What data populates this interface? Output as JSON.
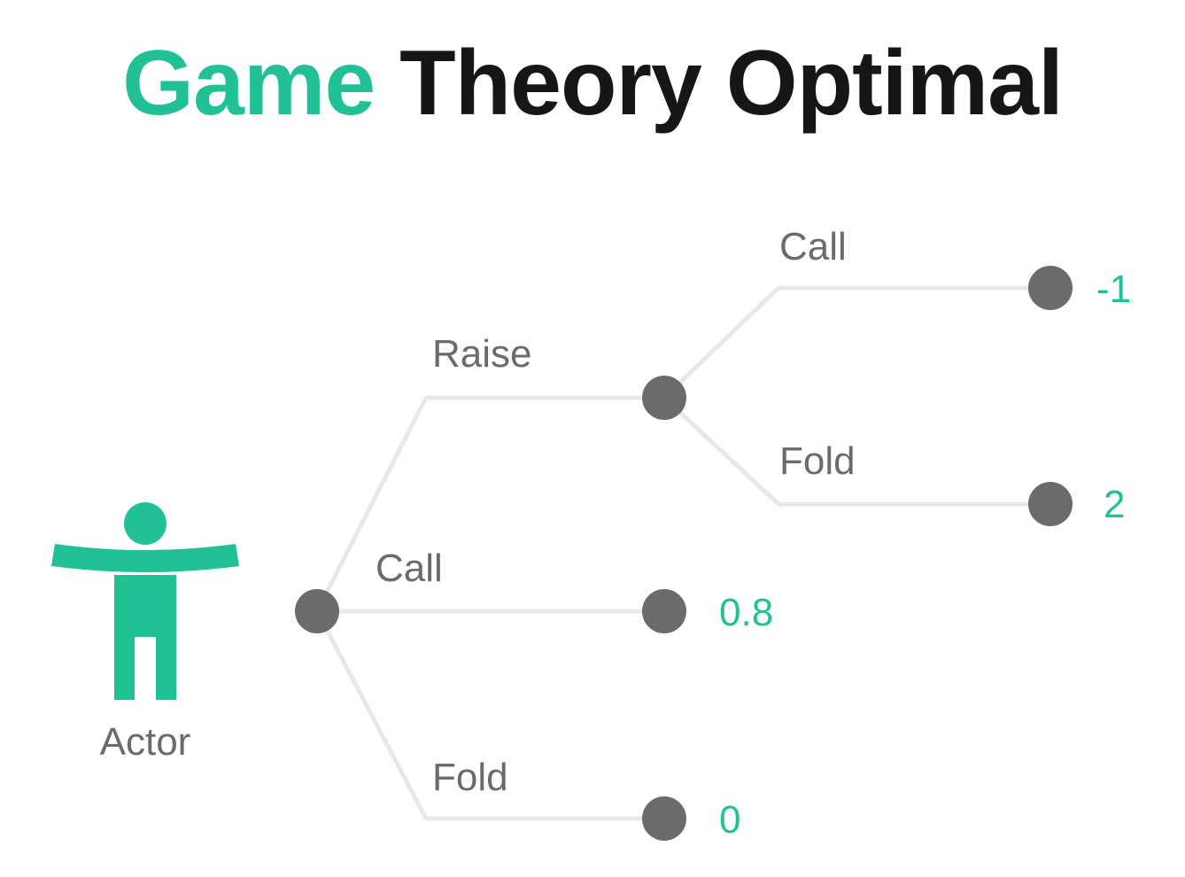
{
  "title": {
    "accent_text": "Game",
    "rest_text": "Theory Optimal"
  },
  "actor": {
    "label": "Actor",
    "icon": "person-arms-outstretched-icon"
  },
  "tree": {
    "root_actions": {
      "raise": "Raise",
      "call": "Call",
      "fold": "Fold"
    },
    "raise_responses": {
      "call": "Call",
      "fold": "Fold"
    },
    "payoffs": {
      "raise_call": "-1",
      "raise_fold": "2",
      "call": "0.8",
      "fold": "0"
    }
  },
  "colors": {
    "accent": "#21c095",
    "title_dark": "#161616",
    "label": "#6b6b6b",
    "node": "#6b6b6b",
    "edge": "#e8e8e8"
  }
}
